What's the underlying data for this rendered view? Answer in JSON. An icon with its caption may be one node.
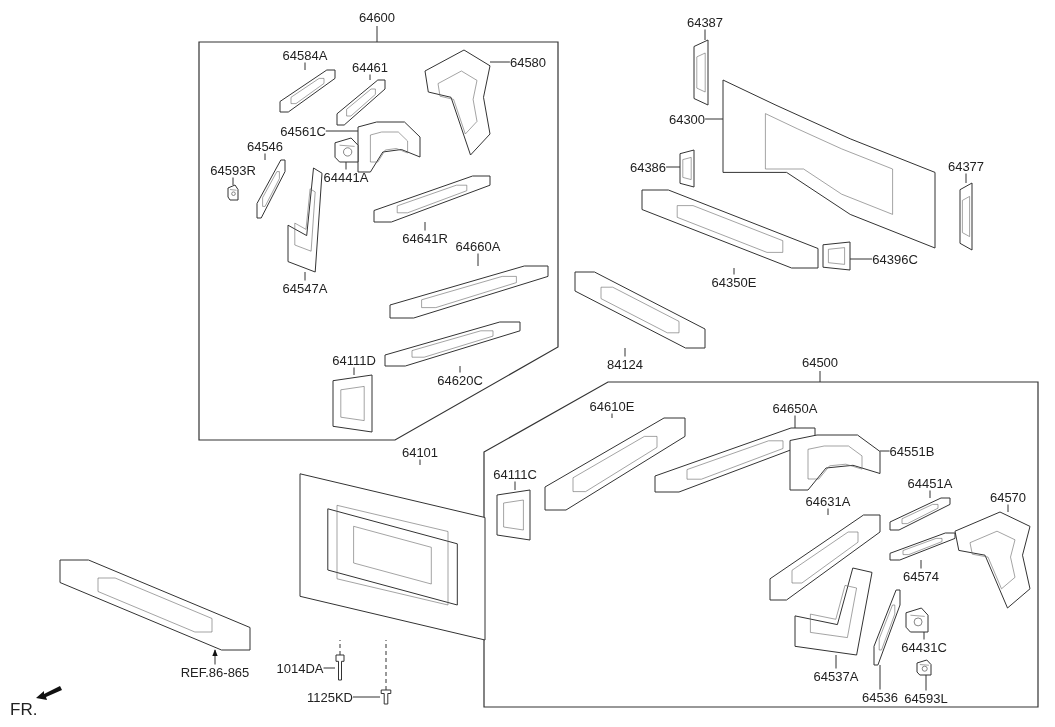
{
  "diagram": {
    "nodes": [
      {
        "text": [
          "64600"
        ]
      },
      {
        "text": [
          "64584A"
        ],
        "in": 0
      },
      {
        "text": [],
        "shape": "picture",
        "in": 0
      },
      {
        "text": [
          "64461"
        ],
        "in": 0
      },
      {
        "text": [],
        "shape": "picture",
        "in": 0
      },
      {
        "text": [
          "64580"
        ],
        "in": 0
      },
      {
        "text": [],
        "shape": "picture",
        "in": 0
      },
      {
        "text": [
          "64561C"
        ],
        "in": 0
      },
      {
        "text": [],
        "shape": "picture",
        "in": 0
      },
      {
        "text": [
          "64546"
        ],
        "in": 0
      },
      {
        "text": [],
        "shape": "picture",
        "in": 0
      },
      {
        "text": [
          "64593R"
        ],
        "in": 0
      },
      {
        "text": [],
        "shape": "picture",
        "in": 0
      },
      {
        "text": [
          "64441A"
        ],
        "in": 0
      },
      {
        "text": [],
        "shape": "picture",
        "in": 0
      },
      {
        "text": [
          "64641R"
        ],
        "in": 0
      },
      {
        "text": [],
        "shape": "picture",
        "in": 0
      },
      {
        "text": [
          "64547A"
        ],
        "in": 0
      },
      {
        "text": [],
        "shape": "picture",
        "in": 0
      },
      {
        "text": [
          "64660A"
        ],
        "in": 0
      },
      {
        "text": [],
        "shape": "picture",
        "in": 0
      },
      {
        "text": [
          "64111D"
        ],
        "in": 0
      },
      {
        "text": [],
        "shape": "picture",
        "in": 0
      },
      {
        "text": [
          "64620C"
        ],
        "in": 0
      },
      {
        "text": [],
        "shape": "picture",
        "in": 0
      },
      {
        "text": [
          "64387"
        ]
      },
      {
        "text": [],
        "shape": "picture"
      },
      {
        "text": [
          "64300"
        ]
      },
      {
        "text": [],
        "shape": "picture"
      },
      {
        "text": [
          "64386"
        ]
      },
      {
        "text": [],
        "shape": "picture"
      },
      {
        "text": [
          "64377"
        ]
      },
      {
        "text": [],
        "shape": "picture"
      },
      {
        "text": [
          "64350E"
        ]
      },
      {
        "text": [],
        "shape": "picture"
      },
      {
        "text": [
          "64396C"
        ]
      },
      {
        "text": [],
        "shape": "picture"
      },
      {
        "text": [
          "84124"
        ]
      },
      {
        "text": [],
        "shape": "picture"
      },
      {
        "text": [
          "64500"
        ]
      },
      {
        "text": [
          "64610E"
        ],
        "in": 39
      },
      {
        "text": [],
        "shape": "picture",
        "in": 39
      },
      {
        "text": [
          "64650A"
        ],
        "in": 39
      },
      {
        "text": [],
        "shape": "picture",
        "in": 39
      },
      {
        "text": [
          "64551B"
        ],
        "in": 39
      },
      {
        "text": [],
        "shape": "picture",
        "in": 39
      },
      {
        "text": [
          "64111C"
        ],
        "in": 39
      },
      {
        "text": [],
        "shape": "picture",
        "in": 39
      },
      {
        "text": [
          "64451A"
        ],
        "in": 39
      },
      {
        "text": [],
        "shape": "picture",
        "in": 39
      },
      {
        "text": [
          "64570"
        ],
        "in": 39
      },
      {
        "text": [],
        "shape": "picture",
        "in": 39
      },
      {
        "text": [
          "64631A"
        ],
        "in": 39
      },
      {
        "text": [],
        "shape": "picture",
        "in": 39
      },
      {
        "text": [
          "64574"
        ],
        "in": 39
      },
      {
        "text": [],
        "shape": "picture",
        "in": 39
      },
      {
        "text": [
          "64537A"
        ],
        "in": 39
      },
      {
        "text": [],
        "shape": "picture",
        "in": 39
      },
      {
        "text": [
          "64536"
        ],
        "in": 39
      },
      {
        "text": [],
        "shape": "picture",
        "in": 39
      },
      {
        "text": [
          "64431C"
        ],
        "in": 39
      },
      {
        "text": [],
        "shape": "picture",
        "in": 39
      },
      {
        "text": [
          "64593L"
        ],
        "in": 39
      },
      {
        "text": [],
        "shape": "picture",
        "in": 39
      },
      {
        "text": [
          "64101"
        ]
      },
      {
        "text": [],
        "shape": "picture"
      },
      {
        "text": [
          "1014DA"
        ]
      },
      {
        "text": [],
        "shape": "picture"
      },
      {
        "text": [
          "REF.86-865"
        ]
      },
      {
        "text": [],
        "shape": "picture"
      },
      {
        "text": [
          "1125KD"
        ]
      },
      {
        "text": [],
        "shape": "picture"
      }
    ],
    "edges": [
      {
        "from": 1,
        "to": 2,
        "arrow": "none"
      },
      {
        "from": 3,
        "to": 4,
        "arrow": "none"
      },
      {
        "from": 5,
        "to": 6,
        "arrow": "none"
      },
      {
        "from": 7,
        "to": 8,
        "arrow": "none"
      },
      {
        "from": 9,
        "to": 10,
        "arrow": "none"
      },
      {
        "from": 11,
        "to": 12,
        "arrow": "none"
      },
      {
        "from": 13,
        "to": 14,
        "arrow": "none"
      },
      {
        "from": 15,
        "to": 16,
        "arrow": "none"
      },
      {
        "from": 17,
        "to": 18,
        "arrow": "none"
      },
      {
        "from": 19,
        "to": 20,
        "arrow": "none"
      },
      {
        "from": 21,
        "to": 22,
        "arrow": "none"
      },
      {
        "from": 23,
        "to": 24,
        "arrow": "none"
      },
      {
        "from": 25,
        "to": 26,
        "arrow": "none"
      },
      {
        "from": 27,
        "to": 28,
        "arrow": "none"
      },
      {
        "from": 29,
        "to": 30,
        "arrow": "none"
      },
      {
        "from": 31,
        "to": 32,
        "arrow": "none"
      },
      {
        "from": 33,
        "to": 34,
        "arrow": "none"
      },
      {
        "from": 35,
        "to": 36,
        "arrow": "none"
      },
      {
        "from": 37,
        "to": 38,
        "arrow": "none"
      },
      {
        "from": 40,
        "to": 41,
        "arrow": "none"
      },
      {
        "from": 42,
        "to": 43,
        "arrow": "none"
      },
      {
        "from": 44,
        "to": 45,
        "arrow": "none"
      },
      {
        "from": 46,
        "to": 47,
        "arrow": "none"
      },
      {
        "from": 48,
        "to": 49,
        "arrow": "none"
      },
      {
        "from": 50,
        "to": 51,
        "arrow": "none"
      },
      {
        "from": 52,
        "to": 53,
        "arrow": "none"
      },
      {
        "from": 54,
        "to": 55,
        "arrow": "none"
      },
      {
        "from": 56,
        "to": 57,
        "arrow": "none"
      },
      {
        "from": 58,
        "to": 59,
        "arrow": "none"
      },
      {
        "from": 60,
        "to": 61,
        "arrow": "none"
      },
      {
        "from": 62,
        "to": 63,
        "arrow": "none"
      },
      {
        "from": 64,
        "to": 65,
        "arrow": "none"
      },
      {
        "from": 66,
        "to": 67,
        "arrow": "none"
      },
      {
        "from": 68,
        "to": 69,
        "arrow": "to"
      },
      {
        "from": 70,
        "to": 71,
        "arrow": "none"
      },
      {
        "from": 67,
        "to": 65,
        "arrow": "none",
        "style": "dashed"
      },
      {
        "from": 71,
        "to": 65,
        "arrow": "none",
        "style": "dashed"
      }
    ],
    "labels": [
      "FR."
    ]
  }
}
